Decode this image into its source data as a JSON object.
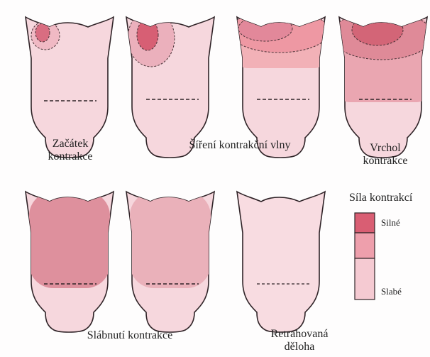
{
  "stages": [
    {
      "label": "Začátek\nkontrakce"
    },
    {
      "label": "Šíření kontrakční vlny"
    },
    {
      "label": "Vrchol\nkontrakce"
    },
    {
      "label": "Slábnutí kontrakce"
    },
    {
      "label": "Retrahovaná\nděloha"
    }
  ],
  "legend": {
    "title": "Síla kontrakcí",
    "strong": "Silné",
    "weak": "Slabé"
  },
  "colors": {
    "outline": "#2f2327",
    "base": "#f6d7dd",
    "light": "#f0c8d0",
    "medium": "#e8a8b4",
    "strong": "#d86b7e",
    "veryStrong": "#cf5367"
  }
}
